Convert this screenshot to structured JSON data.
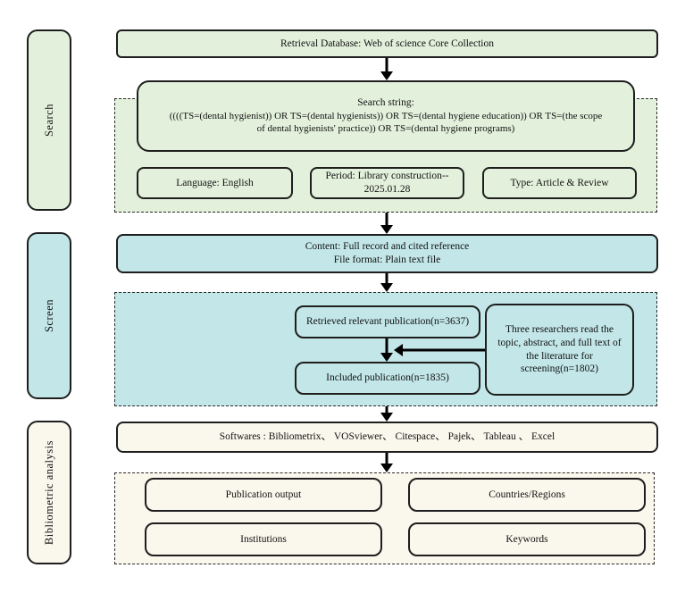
{
  "colors": {
    "stage_green": "#e3f1dc",
    "stage_blue": "#c3e7e9",
    "stage_cream": "#faf7ec",
    "box_border": "#1e1e1e",
    "arrow": "#000000"
  },
  "stages": [
    {
      "label": "Search"
    },
    {
      "label": "Screen"
    },
    {
      "label": "Bibliometric analysis"
    }
  ],
  "flow": {
    "database_box": "Retrieval Database: Web of science Core Collection",
    "search_string": {
      "title": "Search string:",
      "line1": "((((TS=(dental hygienist)) OR TS=(dental hygienists)) OR TS=(dental hygiene education)) OR TS=(the scope",
      "line2": "of dental hygienists' practice)) OR TS=(dental hygiene programs)"
    },
    "language_box": "Language: English",
    "period_box": {
      "line1": "Period: Library construction--",
      "line2": "2025.01.28"
    },
    "type_box": "Type: Article & Review",
    "content_box": {
      "line1": "Content: Full record and cited reference",
      "line2": "File format: Plain text file"
    },
    "retrieved_box": "Retrieved relevant publication(n=3637)",
    "included_box": "Included publication(n=1835)",
    "screening_note": {
      "line1": "Three researchers read the",
      "line2": "topic, abstract, and full text of",
      "line3": "the literature for",
      "line4": "screening(n=1802)"
    },
    "softwares_box": "Softwares : Bibliometrix、 VOSviewer、 Citespace、 Pajek、 Tableau 、 Excel",
    "analysis_boxes": [
      "Publication output",
      "Countries/Regions",
      "Institutions",
      "Keywords"
    ]
  }
}
